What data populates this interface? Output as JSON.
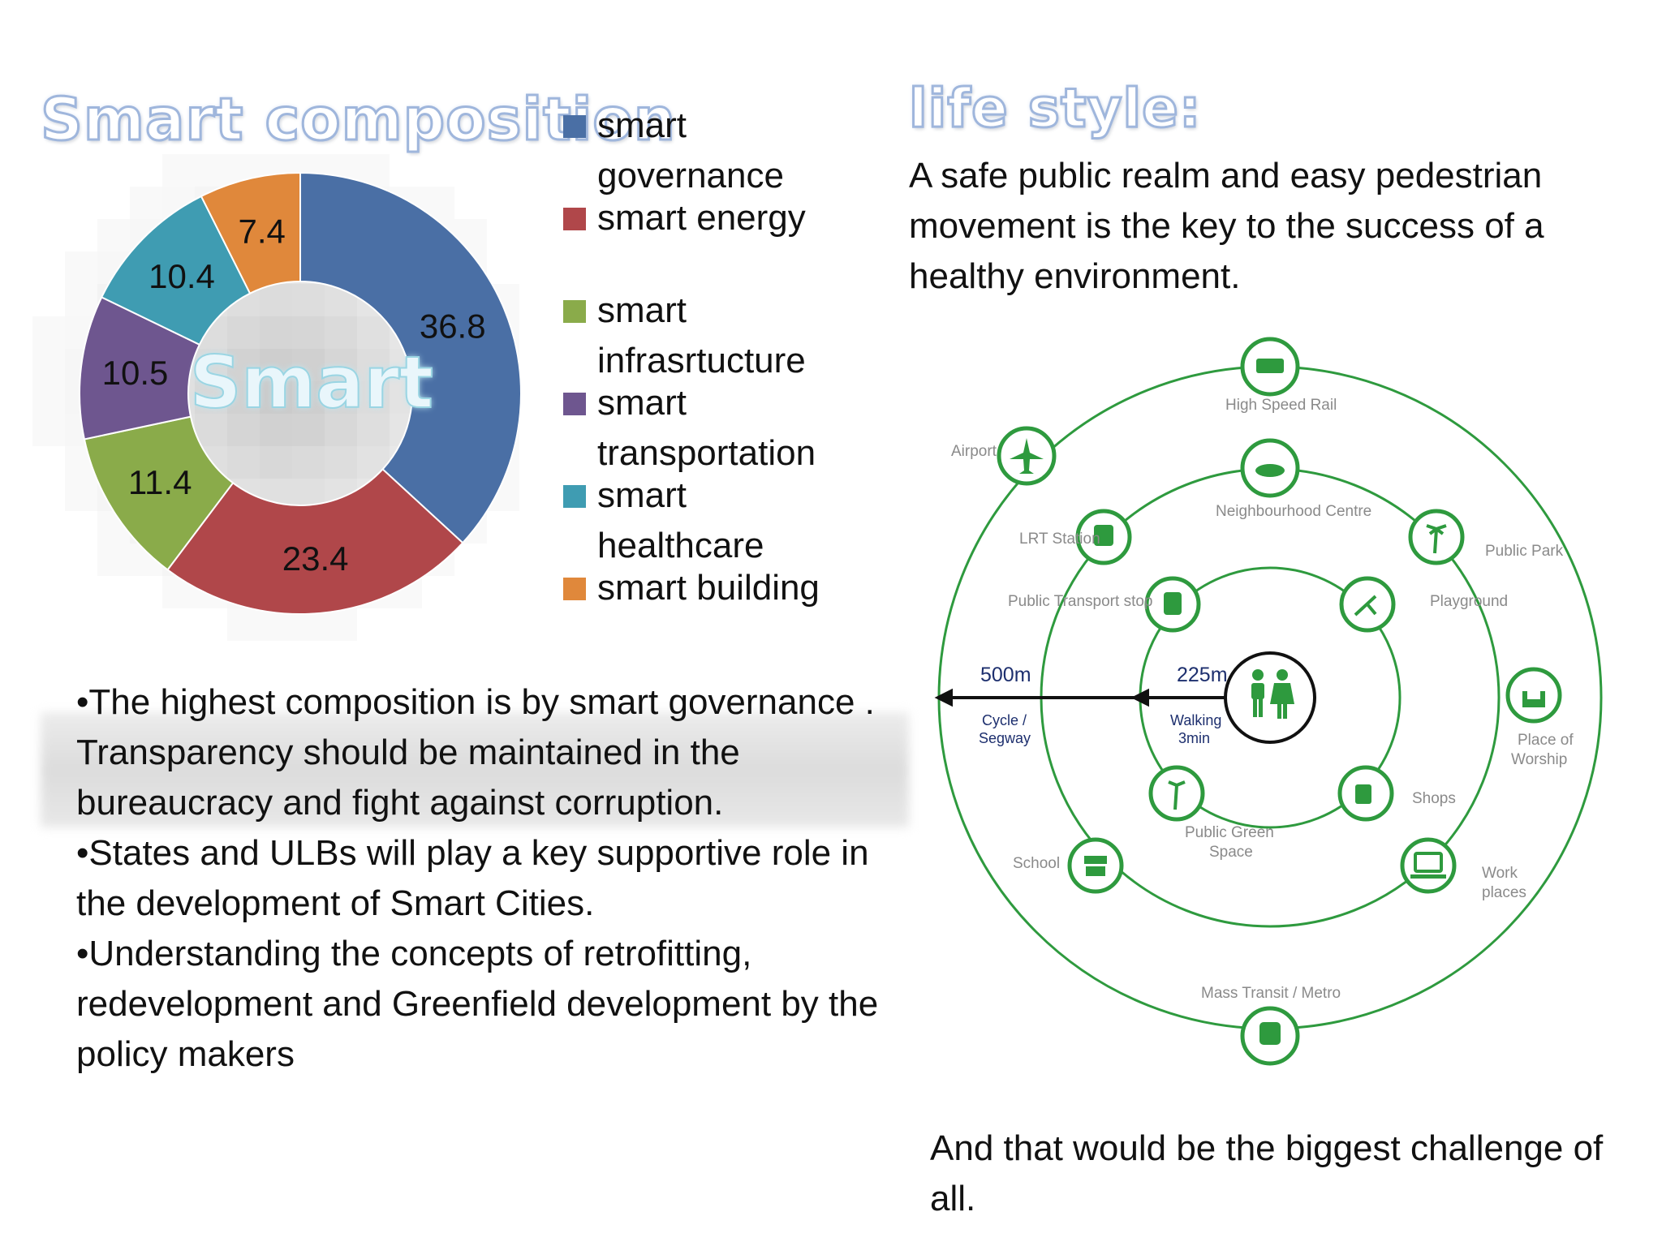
{
  "left_title": "Smart composition",
  "center_word": "Smart",
  "chart_data": {
    "type": "pie",
    "variant": "donut",
    "categories": [
      "smart governance",
      "smart energy",
      "smart infrasrtucture",
      "smart transportation",
      "smart healthcare",
      "smart building"
    ],
    "values": [
      36.8,
      23.4,
      11.4,
      10.5,
      10.4,
      7.4
    ],
    "colors": [
      "#4a6fa5",
      "#b0474a",
      "#8aab4a",
      "#6e568f",
      "#3f9cb2",
      "#e0883b"
    ],
    "legend_position": "right"
  },
  "legend": [
    {
      "line1": "smart",
      "line2": "governance",
      "color": "#4a6fa5"
    },
    {
      "line1": "smart energy",
      "line2": "",
      "color": "#b0474a"
    },
    {
      "line1": "smart",
      "line2": "infrasrtucture",
      "color": "#8aab4a"
    },
    {
      "line1": "smart",
      "line2": "transportation",
      "color": "#6e568f"
    },
    {
      "line1": "smart",
      "line2": "healthcare",
      "color": "#3f9cb2"
    },
    {
      "line1": "smart building",
      "line2": "",
      "color": "#e0883b"
    }
  ],
  "bullets": [
    "•The highest composition is by smart governance . Transparency should be maintained in the bureaucracy and fight against corruption.",
    "•States and ULBs will play a key supportive role in the development of Smart Cities.",
    "•Understanding the concepts of retrofitting, redevelopment and Greenfield development by the policy makers"
  ],
  "right_title": "life style:",
  "lifestyle_text": "A safe public realm and easy pedestrian movement is the key to the success of a healthy environment.",
  "closing_text": "And that would be the biggest challenge of all.",
  "diagram": {
    "accent": "#2e9a3e",
    "distance_outer": "500m",
    "distance_inner": "225m",
    "mode_outer_1": "Cycle /",
    "mode_outer_2": "Segway",
    "mode_inner_1": "Walking",
    "mode_inner_2": "3min",
    "labels": {
      "high_speed_rail": "High Speed Rail",
      "airport": "Airport",
      "neighbourhood_centre": "Neighbourhood Centre",
      "lrt_station": "LRT Station",
      "public_park": "Public Park",
      "public_transport_stop": "Public Transport stop",
      "playground": "Playground",
      "place_of_worship_1": "Place of",
      "place_of_worship_2": "Worship",
      "shops": "Shops",
      "public_green_space_1": "Public Green",
      "public_green_space_2": "Space",
      "school": "School",
      "work_places_1": "Work",
      "work_places_2": "places",
      "mass_transit": "Mass Transit / Metro"
    }
  }
}
